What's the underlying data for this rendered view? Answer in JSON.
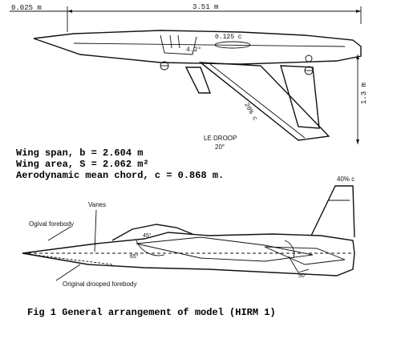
{
  "plan_view": {
    "dim_nose": "0.025 m",
    "dim_length": "3.51 m",
    "dim_height": "1.3 m",
    "dim_body": "0.125 c",
    "dim_angle": "4.2°",
    "dim_chord": "20% c",
    "le_droop_label": "LE DROOP",
    "le_droop_value": "20°"
  },
  "specs": {
    "wing_span": "Wing span, b = 2.604 m",
    "wing_area": "Wing area, S = 2.062 m²",
    "mean_chord": "Aerodynamic mean chord, c = 0.868 m."
  },
  "side_view": {
    "fin_label": "40% c",
    "vanes_label": "Vanes",
    "ogival_label": "Ogival forebody",
    "original_label": "Original drooped forebody",
    "angle_45": "45°",
    "angle_65": "65°",
    "angle_50": "50°"
  },
  "caption": "Fig 1  General arrangement of model (HIRM 1)"
}
